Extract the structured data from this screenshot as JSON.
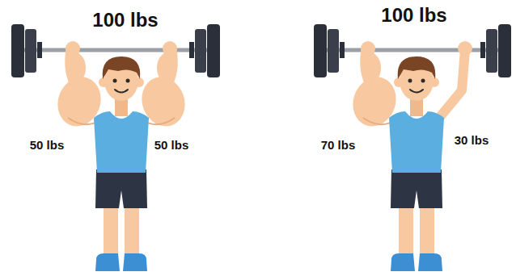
{
  "diagram": {
    "labels": [
      "100 lbs",
      "50 lbs",
      "50 lbs",
      "100 lbs",
      "70 lbs",
      "30 lbs"
    ]
  }
}
